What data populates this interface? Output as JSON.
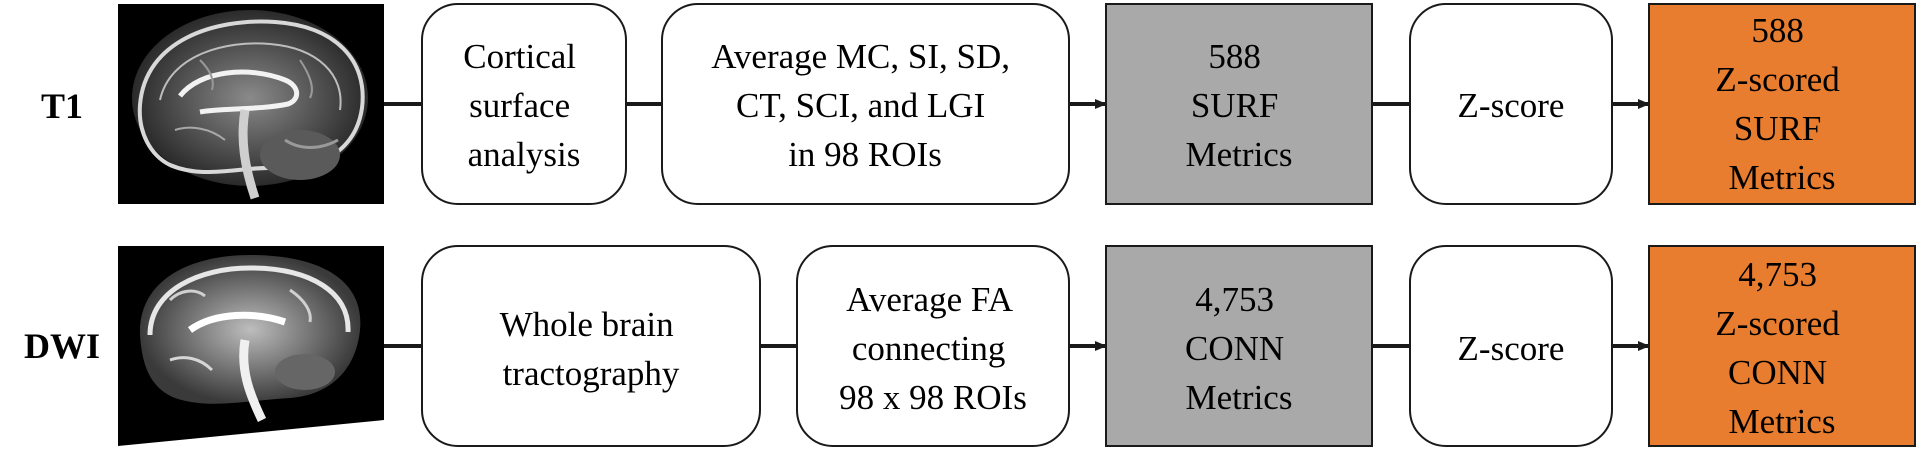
{
  "colors": {
    "process_fill": "#ffffff",
    "metrics_fill": "#a9a9a9",
    "output_fill": "#e87d2f",
    "stroke": "#1a1a1a",
    "scan_bg": "#000000"
  },
  "icons": {
    "t1_scan": "brain-mri-sagittal-icon",
    "dwi_scan": "brain-dwi-sagittal-icon"
  },
  "rows": [
    {
      "label": "T1",
      "steps": [
        {
          "name": "step-cortical-surface-analysis",
          "kind": "process",
          "lines": [
            "Cortical",
            "surface",
            "analysis"
          ]
        },
        {
          "name": "step-average-surface-metrics",
          "kind": "process",
          "lines": [
            "Average MC, SI, SD,",
            "CT, SCI, and LGI",
            "in 98 ROIs"
          ]
        },
        {
          "name": "step-surf-metrics",
          "kind": "metrics",
          "lines": [
            "588",
            "SURF",
            "Metrics"
          ]
        },
        {
          "name": "step-zscore-t1",
          "kind": "process",
          "lines": [
            "Z-score"
          ]
        },
        {
          "name": "step-zscored-surf-metrics",
          "kind": "output",
          "lines": [
            "588",
            "Z-scored",
            "SURF",
            "Metrics"
          ]
        }
      ]
    },
    {
      "label": "DWI",
      "steps": [
        {
          "name": "step-whole-brain-tractography",
          "kind": "process",
          "lines": [
            "Whole brain",
            "tractography"
          ]
        },
        {
          "name": "step-average-fa-connecting",
          "kind": "process",
          "lines": [
            "Average FA",
            "connecting",
            "98 x 98 ROIs"
          ]
        },
        {
          "name": "step-conn-metrics",
          "kind": "metrics",
          "lines": [
            "4,753",
            "CONN",
            "Metrics"
          ]
        },
        {
          "name": "step-zscore-dwi",
          "kind": "process",
          "lines": [
            "Z-score"
          ]
        },
        {
          "name": "step-zscored-conn-metrics",
          "kind": "output",
          "lines": [
            "4,753",
            "Z-scored",
            "CONN",
            "Metrics"
          ]
        }
      ]
    }
  ]
}
